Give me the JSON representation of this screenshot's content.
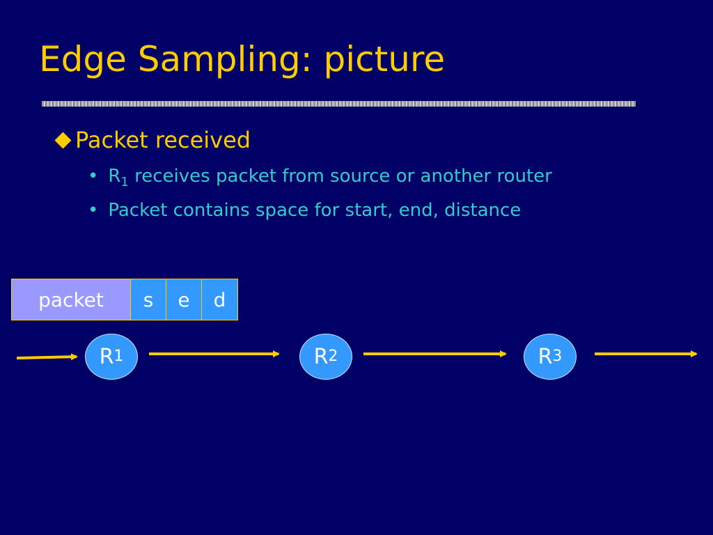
{
  "title": "Edge Sampling: picture",
  "bullets": {
    "main": "Packet received",
    "sub1": {
      "prefix": "R",
      "subscript": "1",
      "text": "receives packet from source or another router"
    },
    "sub2": {
      "text": "Packet contains space for start, end, distance"
    },
    "dot": "•"
  },
  "packet_box": {
    "label": "packet",
    "fields": [
      "s",
      "e",
      "d"
    ]
  },
  "routers": [
    {
      "letter": "R",
      "subscript": "1"
    },
    {
      "letter": "R",
      "subscript": "2"
    },
    {
      "letter": "R",
      "subscript": "3"
    }
  ],
  "colors": {
    "background": "#000066",
    "title": "#FFCC00",
    "sub_text": "#33CCCC",
    "arrow": "#FFCC00",
    "packet_cell": "#9999FF",
    "field_cell": "#3399FF",
    "router": "#3399FF"
  }
}
